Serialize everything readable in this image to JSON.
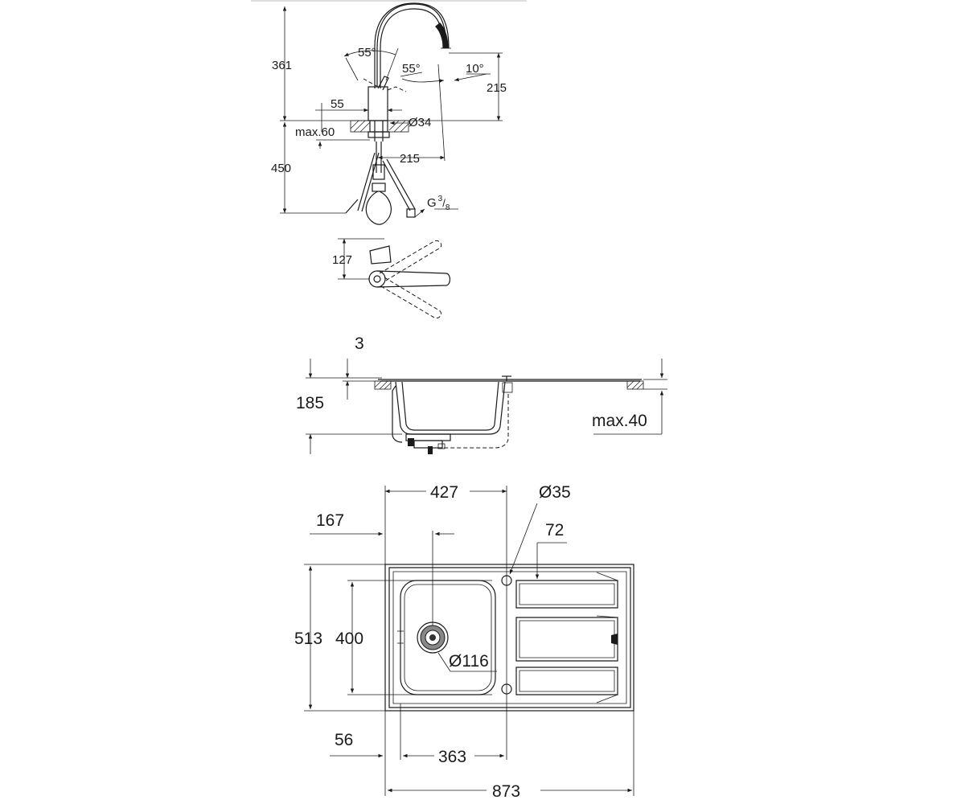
{
  "faucet_dims": {
    "height_spout": "361",
    "angle_1": "55°",
    "angle_2": "55°",
    "angle_3": "10°",
    "height_215": "215",
    "base_55": "55",
    "diameter_34": "Ø34",
    "max_60": "max.60",
    "reach_215": "215",
    "hose_450": "450",
    "thread_g": "G",
    "thread_num": "3",
    "thread_den": "8",
    "swivel_127": "127"
  },
  "sink_side_dims": {
    "thickness_3": "3",
    "depth_185": "185",
    "max_40": "max.40"
  },
  "sink_top_dims": {
    "bowl_427": "427",
    "hole_35": "Ø35",
    "offset_72": "72",
    "offset_167": "167",
    "height_513": "513",
    "height_400": "400",
    "drain_116": "Ø116",
    "offset_56": "56",
    "bowl_363": "363",
    "width_873": "873"
  }
}
